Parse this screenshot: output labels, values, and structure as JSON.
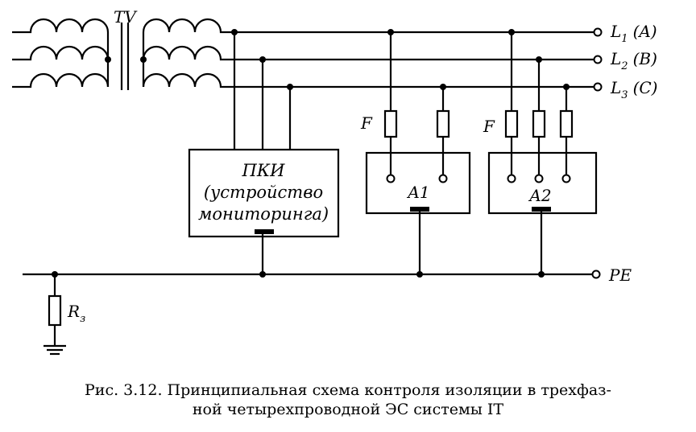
{
  "transformer": {
    "label": "TV"
  },
  "lines": [
    {
      "name": "L",
      "sub": "1",
      "phase": "(A)"
    },
    {
      "name": "L",
      "sub": "2",
      "phase": "(B)"
    },
    {
      "name": "L",
      "sub": "3",
      "phase": "(C)"
    }
  ],
  "pe": {
    "label": "PE"
  },
  "fuse_label": "F",
  "monitor": {
    "line1": "ПКИ",
    "line2": "(устройство",
    "line3": "мониторинга)"
  },
  "device_a1": {
    "label": "A1"
  },
  "device_a2": {
    "label": "A2"
  },
  "ground_resistor": {
    "label": "R",
    "sub": "з"
  },
  "caption": {
    "line1": "Рис. 3.12. Принципиальная схема контроля изоляции в трехфаз-",
    "line2": "ной четырехпроводной ЭС системы IT"
  }
}
